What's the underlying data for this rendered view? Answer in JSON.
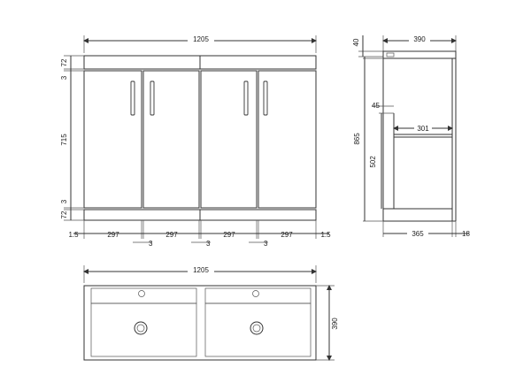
{
  "front_view": {
    "overall_width": "1205",
    "top_height": "72",
    "gap_top": "3",
    "door_height": "715",
    "gap_bottom": "3",
    "plinth_height": "72",
    "edge_left": "1.5",
    "door_width_1": "297",
    "door_width_2": "297",
    "door_width_3": "297",
    "door_width_4": "297",
    "mid_gap_1": "3",
    "mid_gap_2": "3",
    "mid_gap_3": "3",
    "edge_right": "1.5"
  },
  "side_view": {
    "depth_top": "390",
    "worktop_thickness": "40",
    "overall_height": "865",
    "shelf_offset": "45",
    "shelf_depth": "301",
    "inner_height": "502",
    "carcass_depth": "365",
    "door_thickness": "18"
  },
  "plan_view": {
    "overall_width": "1205",
    "overall_depth": "390"
  }
}
